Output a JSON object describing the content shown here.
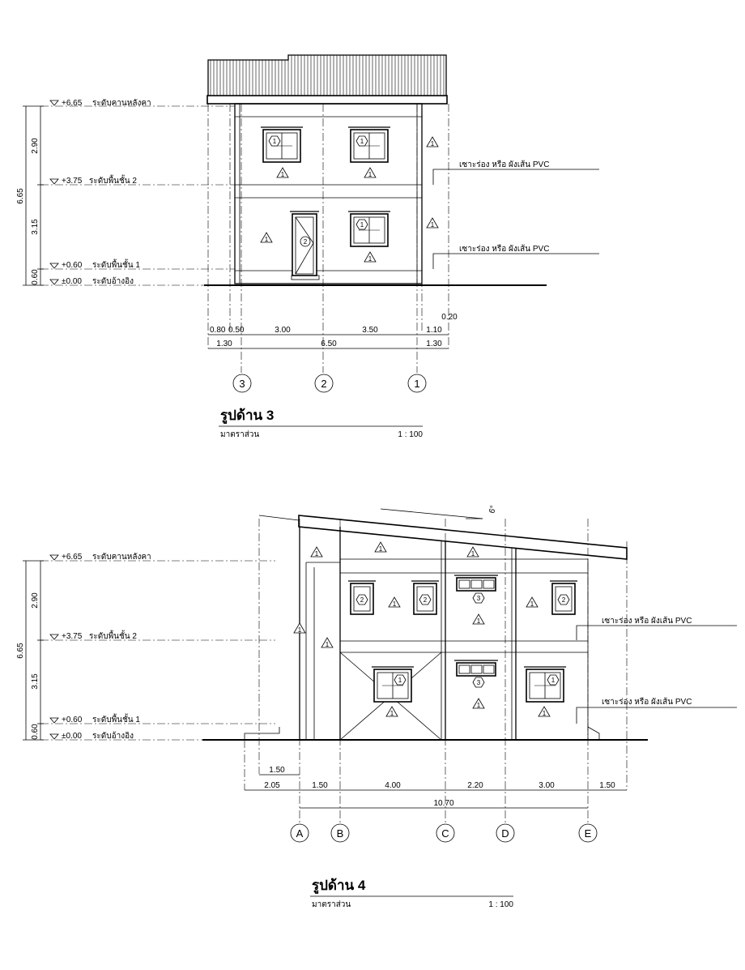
{
  "elevation3": {
    "title": "รูปด้าน 3",
    "scale_label": "มาตราส่วน",
    "scale_value": "1 : 100",
    "levels": [
      {
        "value": "+6.65",
        "label": "ระดับคานหลังคา"
      },
      {
        "value": "+3.75",
        "label": "ระดับพื้นชั้น 2"
      },
      {
        "value": "+0.60",
        "label": "ระดับพื้นชั้น 1"
      },
      {
        "value": "±0.00",
        "label": "ระดับอ้างอิง"
      }
    ],
    "vertical_dims": {
      "seg1": "2.90",
      "seg2": "3.15",
      "seg3": "0.60",
      "total": "6.65"
    },
    "notes": [
      "เซาะร่อง หรือ ผังเส้น PVC",
      "เซาะร่อง หรือ ผังเส้น PVC"
    ],
    "dims_row1": [
      "0.80",
      "0.50",
      "3.00",
      "3.50",
      "1.10",
      "0.20"
    ],
    "dims_row2": [
      "1.30",
      "6.50",
      "1.30"
    ],
    "grid_labels": [
      "3",
      "2",
      "1"
    ],
    "tags": [
      "1",
      "2"
    ]
  },
  "elevation4": {
    "title": "รูปด้าน 4",
    "scale_label": "มาตราส่วน",
    "scale_value": "1 : 100",
    "levels": [
      {
        "value": "+6.65",
        "label": "ระดับคานหลังคา"
      },
      {
        "value": "+3.75",
        "label": "ระดับพื้นชั้น 2"
      },
      {
        "value": "+0.60",
        "label": "ระดับพื้นชั้น 1"
      },
      {
        "value": "±0.00",
        "label": "ระดับอ้างอิง"
      }
    ],
    "vertical_dims": {
      "seg1": "2.90",
      "seg2": "3.15",
      "seg3": "0.60",
      "total": "6.65"
    },
    "notes": [
      "เซาะร่อง หรือ ผังเส้น PVC",
      "เซาะร่อง หรือ ผังเส้น PVC"
    ],
    "roof_slope": "6°",
    "dim_small": "1.50",
    "dims_row1": [
      "2.05",
      "1.50",
      "4.00",
      "2.20",
      "3.00",
      "1.50"
    ],
    "dims_total": "10.70",
    "grid_labels": [
      "A",
      "B",
      "C",
      "D",
      "E"
    ],
    "tags": [
      "1",
      "2",
      "3"
    ]
  }
}
